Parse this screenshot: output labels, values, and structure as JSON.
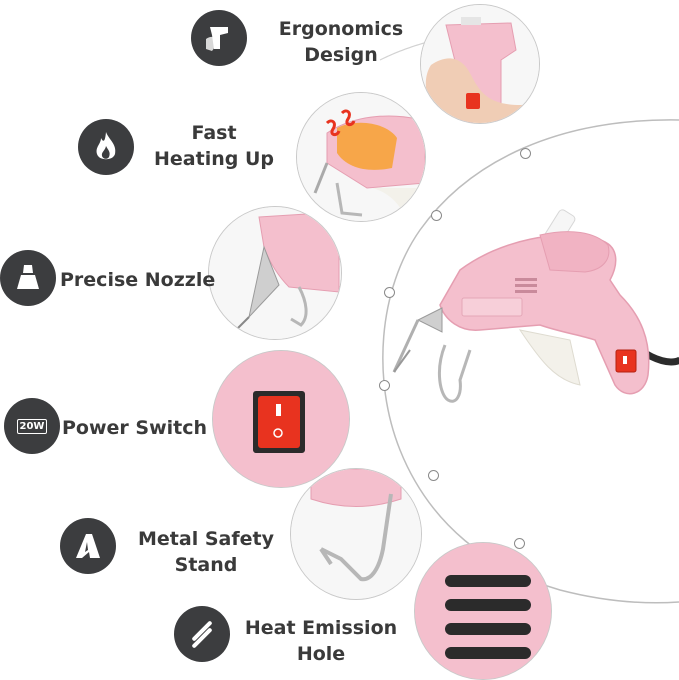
{
  "features": [
    {
      "id": "ergonomics",
      "lines": [
        "Ergonomics",
        "Design"
      ],
      "icon": "hand-grip-icon"
    },
    {
      "id": "heating",
      "lines": [
        "Fast",
        "Heating Up"
      ],
      "icon": "flame-icon"
    },
    {
      "id": "nozzle",
      "lines": [
        "Precise Nozzle"
      ],
      "icon": "nozzle-icon"
    },
    {
      "id": "power",
      "lines": [
        "Power Switch"
      ],
      "icon": "power-20w-icon",
      "badge": "20W"
    },
    {
      "id": "stand",
      "lines": [
        "Metal Safety",
        "Stand"
      ],
      "icon": "stand-icon"
    },
    {
      "id": "vent",
      "lines": [
        "Heat Emission",
        "Hole"
      ],
      "icon": "vent-icon"
    }
  ],
  "colors": {
    "pink": "#f4bfcd",
    "pink_dark": "#e59eb1",
    "badge": "#3c3d3f",
    "text": "#3a3a3a",
    "switch": "#e8331f"
  }
}
